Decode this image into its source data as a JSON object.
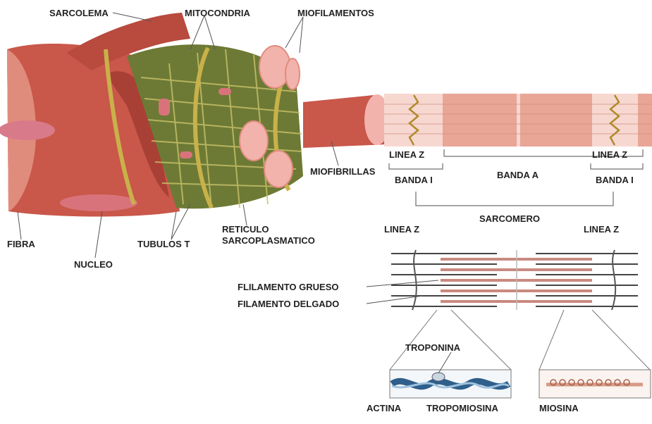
{
  "labels": {
    "sarcolema": "SARCOLEMA",
    "mitocondria": "MITOCONDRIA",
    "miofilamentos": "MIOFILAMENTOS",
    "miofibrillas": "MIOFIBRILLAS",
    "fibra": "FIBRA",
    "nucleo": "NUCLEO",
    "tubulos_t": "TUBULOS T",
    "reticulo_1": "RETICULO",
    "reticulo_2": "SARCOPLASMATICO",
    "linea_z_left": "LINEA Z",
    "linea_z_right": "LINEA Z",
    "banda_a": "BANDA A",
    "banda_i_left": "BANDA I",
    "banda_i_right": "BANDA I",
    "sarcomero": "SARCOMERO",
    "linea_z_lower_left": "LINEA Z",
    "linea_z_lower_right": "LINEA Z",
    "filamento_grueso": "FLILAMENTO GRUESO",
    "filamento_delgado": "FILAMENTO DELGADO",
    "troponina": "TROPONINA",
    "actina": "ACTINA",
    "tropomiosina": "TROPOMIOSINA",
    "miosina": "MIOSINA"
  },
  "colors": {
    "muscle": "#c9574a",
    "muscle_light": "#e08c7c",
    "sarcolemma": "#b84a3e",
    "tubule": "#c9b14a",
    "reticulum": "#6d7a35",
    "myofibril_pink": "#f2b3ad",
    "band_dark": "#e9a596",
    "band_light": "#f6d8d0",
    "thick_filament": "#c98a80",
    "thin_filament": "#444444",
    "actin": "#2f5f8a",
    "actin_light": "#9fc2e0",
    "myosin": "#d79a84"
  }
}
